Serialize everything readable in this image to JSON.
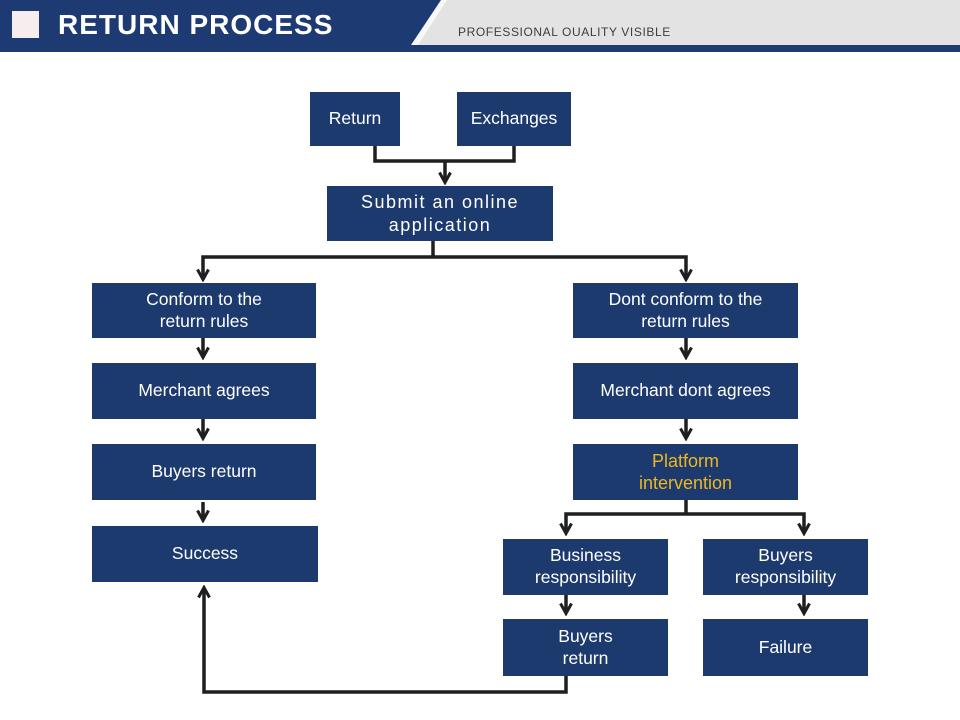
{
  "header": {
    "title": "RETURN PROCESS",
    "tagline": "PROFESSIONAL OUALITY VISIBLE"
  },
  "colors": {
    "header_navy": "#1e3a72",
    "box_navy": "#1d3a6e",
    "header_gray": "#e3e3e3",
    "accent_square": "#f6eeee",
    "accent_yellow": "#ecb723",
    "connector_black": "#1f1f1f"
  },
  "flowchart": {
    "nodes": {
      "return": {
        "label": "Return"
      },
      "exchanges": {
        "label": "Exchanges"
      },
      "submit": {
        "label": "Submit an online\napplication"
      },
      "conform": {
        "label": "Conform to the\nreturn rules"
      },
      "dont_conform": {
        "label": "Dont conform to the\nreturn rules"
      },
      "merchant_agrees": {
        "label": "Merchant agrees"
      },
      "merchant_dont_agrees": {
        "label": "Merchant dont agrees"
      },
      "buyers_return": {
        "label": "Buyers return"
      },
      "platform_intervention": {
        "label": "Platform\nintervention"
      },
      "success": {
        "label": "Success"
      },
      "business_responsibility": {
        "label": "Business\nresponsibility"
      },
      "buyers_responsibility": {
        "label": "Buyers\nresponsibility"
      },
      "buyers_return_2": {
        "label": "Buyers\nreturn"
      },
      "failure": {
        "label": "Failure"
      }
    }
  }
}
